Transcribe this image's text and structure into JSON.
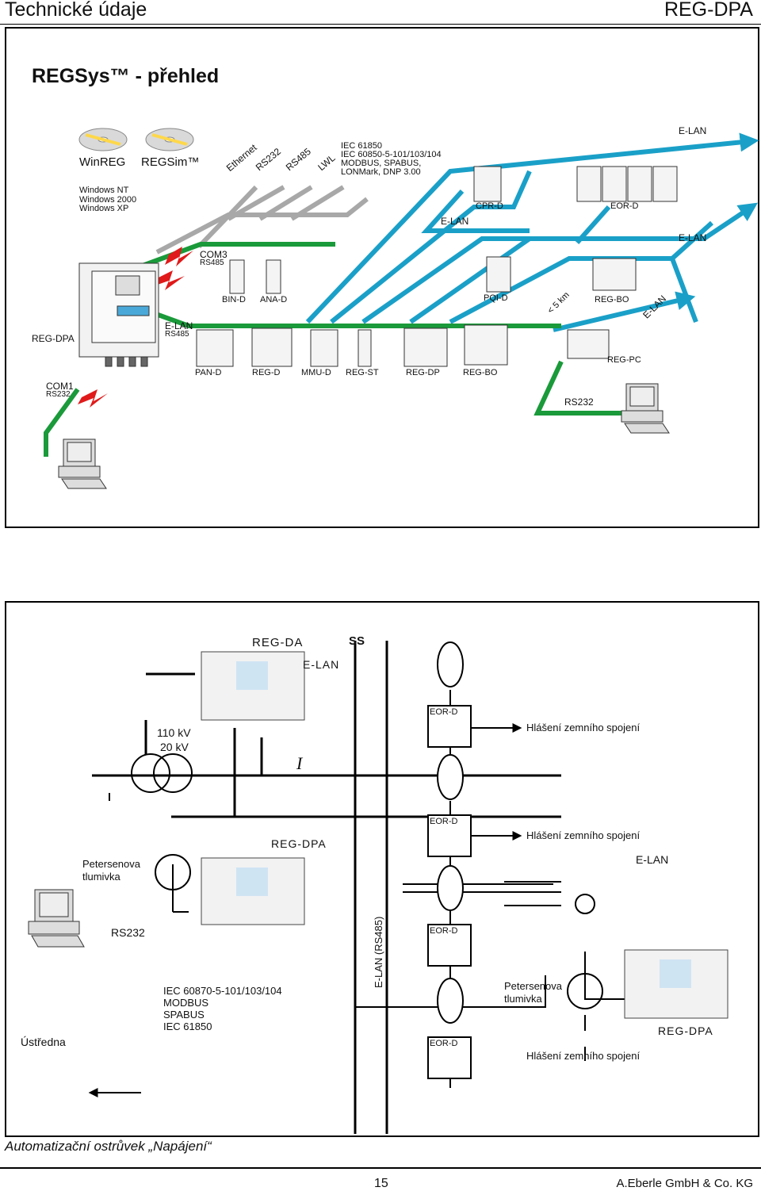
{
  "header": {
    "left": "Technické údaje",
    "right": "REG-DPA"
  },
  "panel1": {
    "title": "REGSys™ - přehled",
    "winreg": "WinREG",
    "regsim": "REGSim™",
    "os": [
      "Windows NT",
      "Windows 2000",
      "Windows XP"
    ],
    "links": [
      "Ethernet",
      "RS232",
      "RS485",
      "LWL"
    ],
    "protocols": [
      "IEC 61850",
      "IEC 60850-5-101/103/104",
      "MODBUS, SPABUS,",
      "LONMark, DNP 3.00"
    ],
    "elan": "E-LAN",
    "com3": "COM3",
    "rs485": "RS485",
    "com1": "COM1",
    "rs232": "RS232",
    "regdpa": "REG-DPA",
    "distance": "< 5 km",
    "devices": {
      "cpr": "CPR-D",
      "eor": "EOR-D",
      "bin": "BIN-D",
      "ana": "ANA-D",
      "pqi": "PQI-D",
      "regbo": "REG-BO",
      "pan": "PAN-D",
      "regd": "REG-D",
      "mmu": "MMU-D",
      "regst": "REG-ST",
      "regdp": "REG-DP",
      "regpc": "REG-PC"
    }
  },
  "panel2": {
    "regda": "REG-DA",
    "ss": "SS",
    "elan": "E-LAN",
    "v1": "110 kV",
    "v2": "20 kV",
    "current": "I",
    "eor": "EOR-D",
    "earth_fault": "Hlášení zemního spojení",
    "regdpa": "REG-DPA",
    "petersen": [
      "Petersenova",
      "tlumivka"
    ],
    "rs232": "RS232",
    "elan_rs485": "E-LAN (RS485)",
    "protocols": [
      "IEC 60870-5-101/103/104",
      "MODBUS",
      "SPABUS",
      "IEC 61850"
    ],
    "centre": "Ústředna"
  },
  "caption": "Automatizační ostrůvek „Napájení“",
  "page_number": "15",
  "company": "A.Eberle GmbH & Co. KG",
  "colors": {
    "blue": "#1aa0c8",
    "green": "#1a9a3a",
    "gray": "#a8a8a8",
    "red": "#e01a1a"
  }
}
